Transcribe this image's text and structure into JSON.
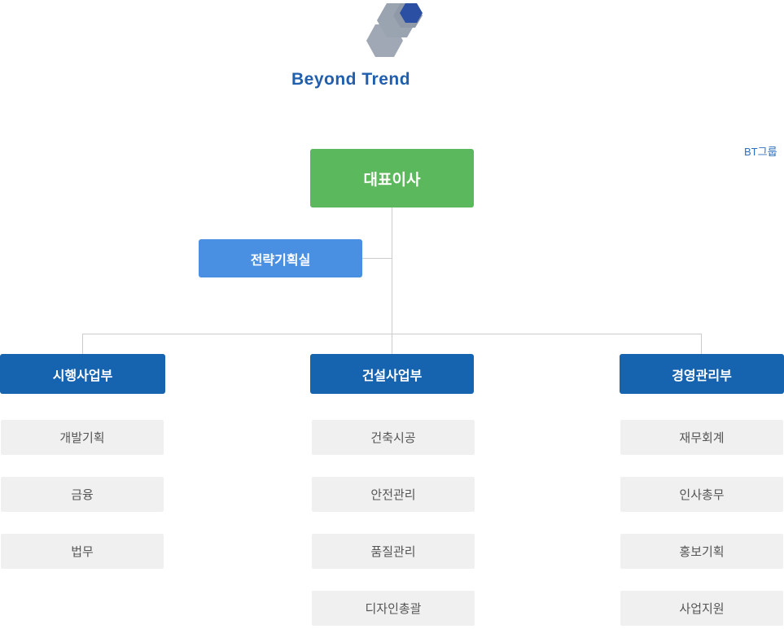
{
  "logo": {
    "brand_first": "Beyond",
    "brand_second": "Trend",
    "brand_sub": "BT그룹",
    "mark_name": "hexagon-logo-icon",
    "colors": {
      "brand_blue": "#1f5fae",
      "mark_gray": "#9aa3b0",
      "mark_blue": "#2b4fa2"
    }
  },
  "chart": {
    "ceo": {
      "label": "대표이사",
      "color": "#5cb85c"
    },
    "staff": {
      "label": "전략기획실",
      "color": "#4a90e2"
    },
    "divisions": [
      {
        "head": "시행사업부",
        "color": "#1663b0",
        "teams": [
          "개발기획",
          "금융",
          "법무"
        ]
      },
      {
        "head": "건설사업부",
        "color": "#1663b0",
        "teams": [
          "건축시공",
          "안전관리",
          "품질관리",
          "디자인총괄"
        ]
      },
      {
        "head": "경영관리부",
        "color": "#1663b0",
        "teams": [
          "재무회계",
          "인사총무",
          "홍보기획",
          "사업지원"
        ]
      }
    ]
  }
}
